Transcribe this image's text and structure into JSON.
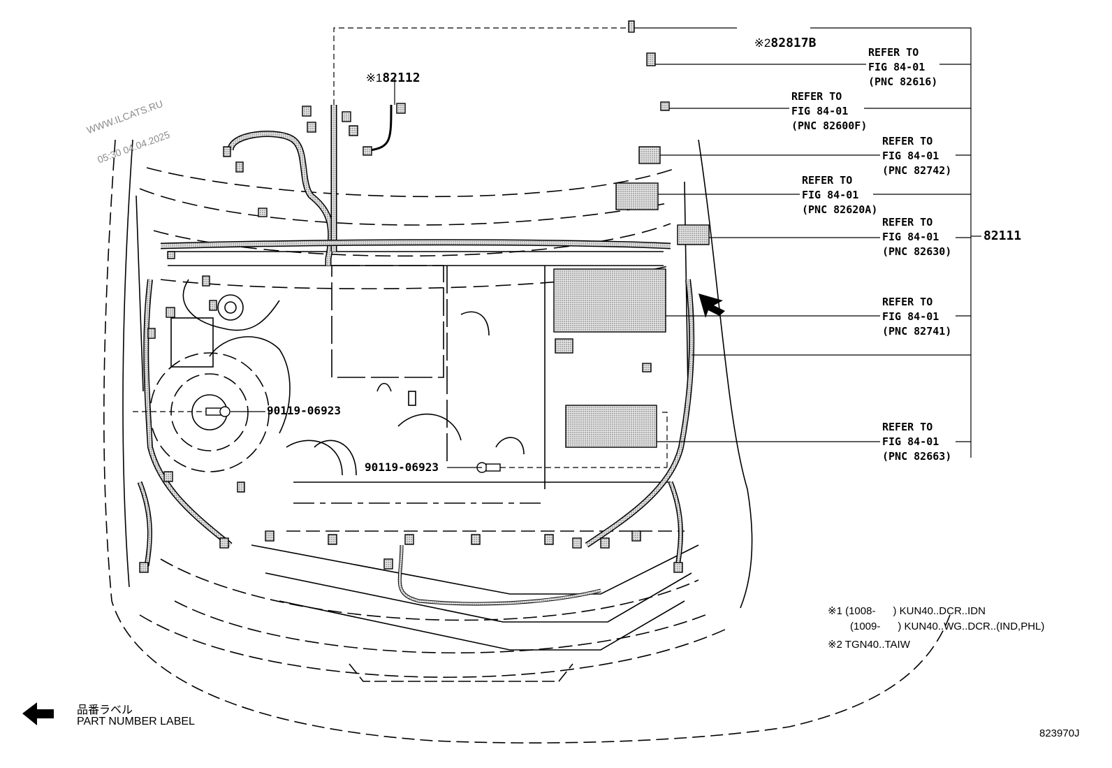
{
  "watermark": {
    "line1": "WWW.ILCATS.RU",
    "line2": "05:30 04.04.2025"
  },
  "parts": {
    "p82817b": {
      "mark": "※2",
      "number": "82817B"
    },
    "p82112": {
      "mark": "※1",
      "number": "82112"
    },
    "p82111": {
      "number": "82111"
    },
    "bolt1": {
      "number": "90119-06923"
    },
    "bolt2": {
      "number": "90119-06923"
    }
  },
  "references": [
    {
      "line1": "REFER TO",
      "line2": "FIG 84-01",
      "line3": "(PNC 82616)"
    },
    {
      "line1": "REFER TO",
      "line2": "FIG 84-01",
      "line3": "(PNC 82600F)"
    },
    {
      "line1": "REFER TO",
      "line2": "FIG 84-01",
      "line3": "(PNC 82742)"
    },
    {
      "line1": "REFER TO",
      "line2": "FIG 84-01",
      "line3": "(PNC 82620A)"
    },
    {
      "line1": "REFER TO",
      "line2": "FIG 84-01",
      "line3": "(PNC 82630)"
    },
    {
      "line1": "REFER TO",
      "line2": "FIG 84-01",
      "line3": "(PNC 82741)"
    },
    {
      "line1": "REFER TO",
      "line2": "FIG 84-01",
      "line3": "(PNC 82663)"
    }
  ],
  "notes": {
    "n1a": "※1 (1008-      ) KUN40..DCR..IDN",
    "n1b": "(1009-      ) KUN40..WG..DCR..(IND,PHL)",
    "n2": "※2 TGN40..TAIW"
  },
  "legend": {
    "icon": "arrow-left-icon",
    "label_jp": "品番ラベル",
    "label_en": "PART NUMBER LABEL"
  },
  "illustration_id": "823970J"
}
